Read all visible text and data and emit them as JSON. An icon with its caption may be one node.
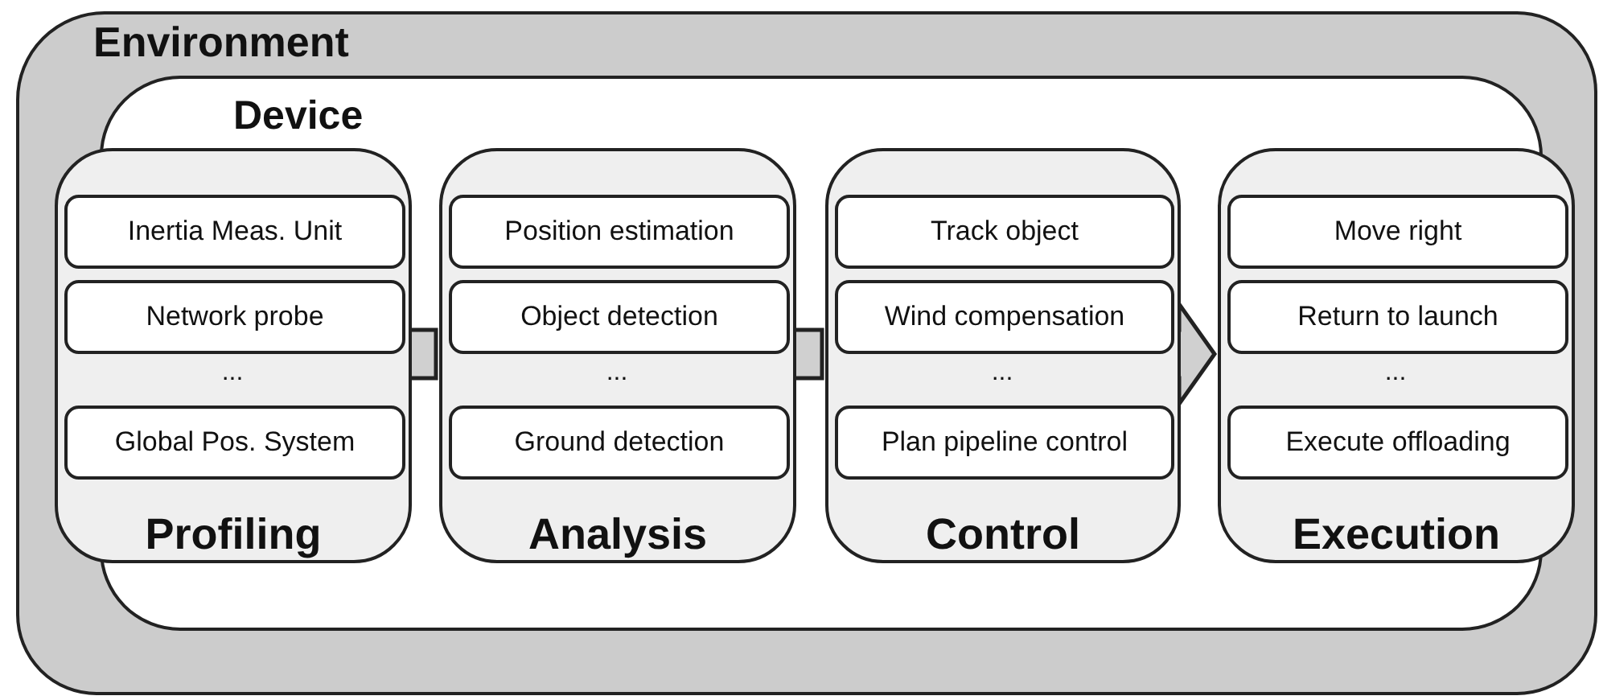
{
  "diagram": {
    "nodes": [
      {
        "text": [
          "Environment"
        ]
      },
      {
        "text": [
          "Device"
        ],
        "in": 0
      },
      {
        "text": [
          "Profiling"
        ],
        "in": 1
      },
      {
        "text": [
          "Inertia Meas. Unit"
        ],
        "in": 2
      },
      {
        "text": [
          "Network probe"
        ],
        "in": 2
      },
      {
        "text": [
          "Global Pos. System"
        ],
        "in": 2
      },
      {
        "text": [
          "Analysis"
        ],
        "in": 1
      },
      {
        "text": [
          "Position estimation"
        ],
        "in": 6
      },
      {
        "text": [
          "Object detection"
        ],
        "in": 6
      },
      {
        "text": [
          "Ground detection"
        ],
        "in": 6
      },
      {
        "text": [
          "Control"
        ],
        "in": 1
      },
      {
        "text": [
          "Track object"
        ],
        "in": 10
      },
      {
        "text": [
          "Wind compensation"
        ],
        "in": 10
      },
      {
        "text": [
          "Plan pipeline control"
        ],
        "in": 10
      },
      {
        "text": [
          "Execution"
        ],
        "in": 1
      },
      {
        "text": [
          "Move right"
        ],
        "in": 14
      },
      {
        "text": [
          "Return to launch"
        ],
        "in": 14
      },
      {
        "text": [
          "Execute offloading"
        ],
        "in": 14
      }
    ],
    "edges": [
      {
        "from": 2,
        "to": 6,
        "arrow": "none"
      },
      {
        "from": 6,
        "to": 10,
        "arrow": "none"
      },
      {
        "from": 10,
        "to": 14,
        "arrow": "to"
      }
    ],
    "labels": [
      "...",
      "...",
      "...",
      "..."
    ]
  }
}
